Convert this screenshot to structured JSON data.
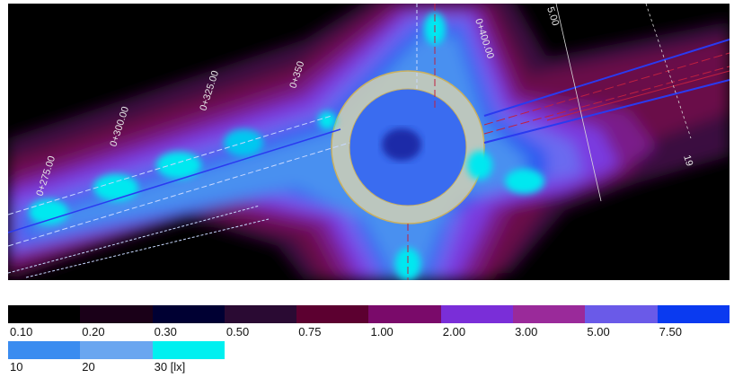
{
  "plan": {
    "stations": [
      "0+275.00",
      "0+300.00",
      "0+325.00",
      "0+350",
      "0+400.00",
      "5.00",
      "19"
    ]
  },
  "legend": {
    "entries": [
      {
        "label": "0.10",
        "color": "#000000"
      },
      {
        "label": "0.20",
        "color": "#1a0018"
      },
      {
        "label": "0.30",
        "color": "#000033"
      },
      {
        "label": "0.50",
        "color": "#2a0a33"
      },
      {
        "label": "0.75",
        "color": "#5c0030"
      },
      {
        "label": "1.00",
        "color": "#7a0a6a"
      },
      {
        "label": "2.00",
        "color": "#7a2ed8"
      },
      {
        "label": "3.00",
        "color": "#9a2a9a"
      },
      {
        "label": "5.00",
        "color": "#6a5ae8"
      },
      {
        "label": "7.50",
        "color": "#0a3af0"
      },
      {
        "label": "10",
        "color": "#3a8cf0"
      },
      {
        "label": "20",
        "color": "#6aa6f0"
      },
      {
        "label": "30 [lx]",
        "color": "#00f0f0"
      }
    ]
  }
}
